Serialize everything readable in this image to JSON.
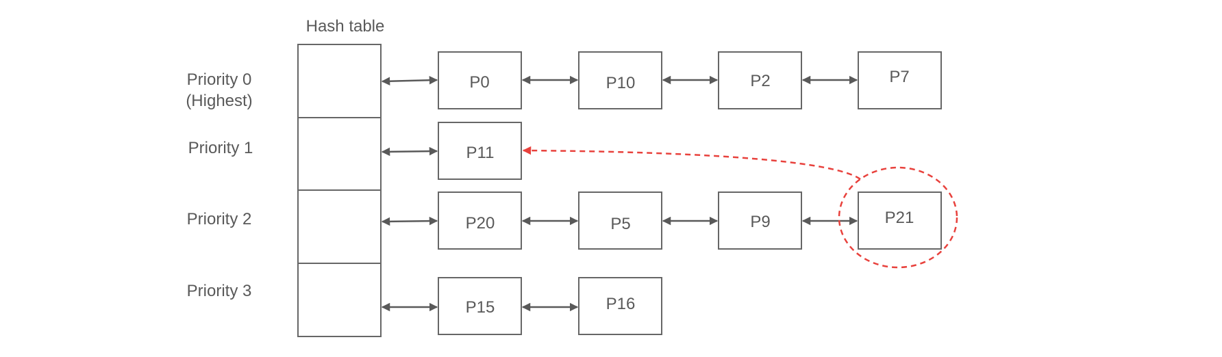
{
  "diagram": {
    "title": "Hash table",
    "rows": [
      {
        "label_lines": [
          "Priority 0",
          "(Highest)"
        ],
        "nodes": [
          "P0",
          "P10",
          "P2",
          "P7"
        ]
      },
      {
        "label_lines": [
          "Priority 1"
        ],
        "nodes": [
          "P11"
        ]
      },
      {
        "label_lines": [
          "Priority 2"
        ],
        "nodes": [
          "P20",
          "P5",
          "P9",
          "P21"
        ]
      },
      {
        "label_lines": [
          "Priority 3"
        ],
        "nodes": [
          "P15",
          "P16"
        ]
      }
    ],
    "highlight": {
      "node": "P21",
      "target": "P11"
    },
    "colors": {
      "text": "#595959",
      "box_stroke": "#666666",
      "arrow": "#595959",
      "highlight": "#e8413c"
    }
  }
}
